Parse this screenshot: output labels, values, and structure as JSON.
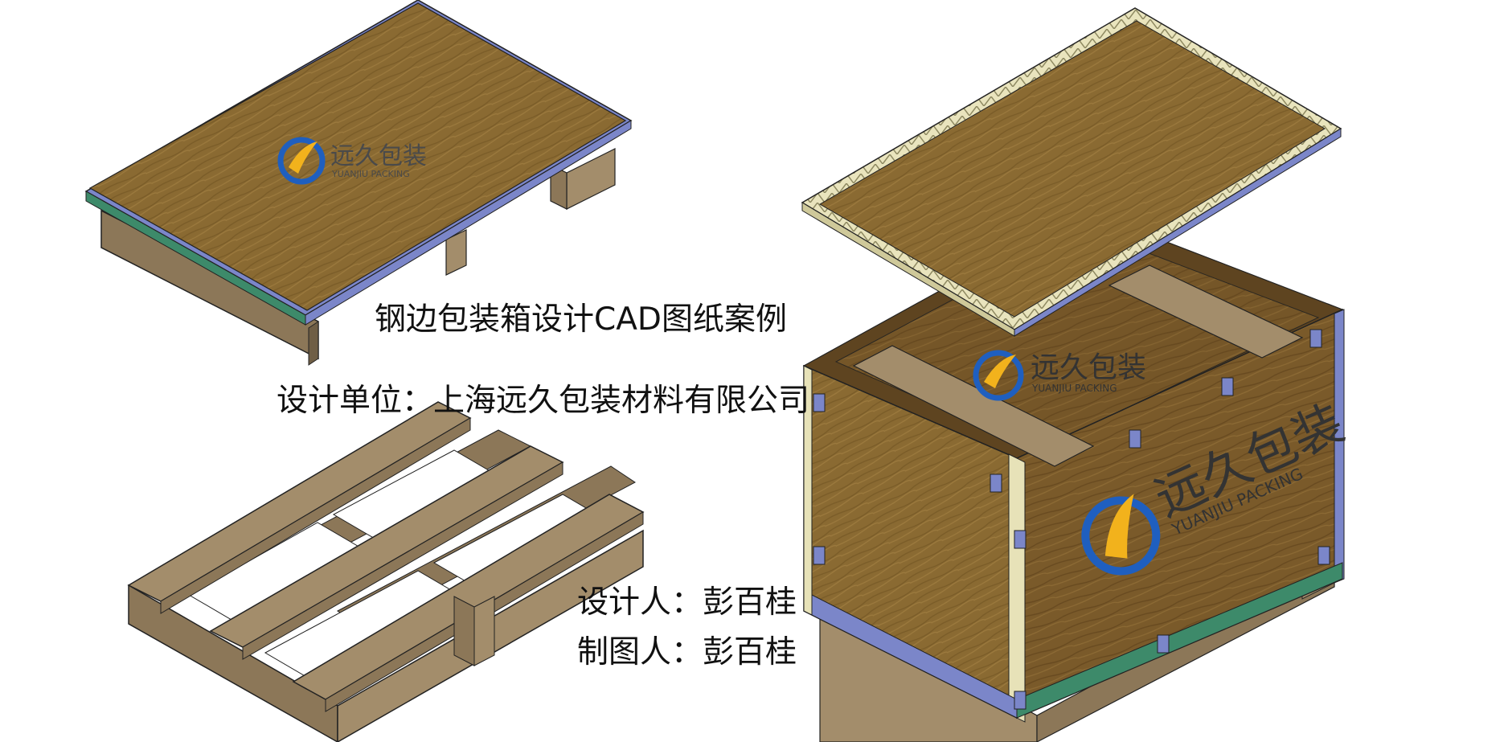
{
  "texts": {
    "title": "钢边包装箱设计CAD图纸案例",
    "design_unit": "设计单位：上海远久包装材料有限公司",
    "designer": "设计人：彭百桂",
    "drafter": "制图人：彭百桂"
  },
  "logo": {
    "name": "远久包装",
    "subtitle": "YUANJIU PACKING",
    "colors": {
      "ring": "#1f5fbf",
      "swoosh": "#f2b21c",
      "text": "#4a4a4a"
    }
  },
  "colors": {
    "plywood": "#8a6a32",
    "plywood_dark": "#6e5124",
    "timber": "#a38d6b",
    "timber_side": "#8c7758",
    "steel_edge_blue": "#7b86c9",
    "steel_edge_green": "#3d8a6a",
    "lid_frame": "#e7e2b8"
  }
}
